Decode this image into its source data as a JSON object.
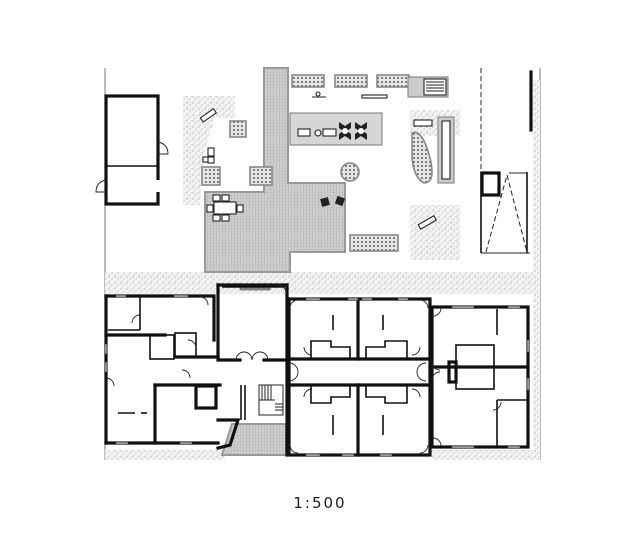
{
  "drawing": {
    "type": "architectural site and ground floor plan",
    "scale_label": "1:500",
    "colors": {
      "background": "#ffffff",
      "walls": "#111111",
      "paving": "#c8c8c8",
      "gravel_dots": "#8a8a8a",
      "planter_fill": "#d9d9d9"
    }
  },
  "elements": {
    "outbuilding": "detached rectangular outbuilding with two rooms (top-left)",
    "courtyard": "central courtyard with paved terrace, planters, benches, table with chairs, outdoor kitchen counter",
    "carport": "open structure with dashed roof outline (top-right)",
    "main_building": "long residential block with central corridor, room units, staircase"
  }
}
